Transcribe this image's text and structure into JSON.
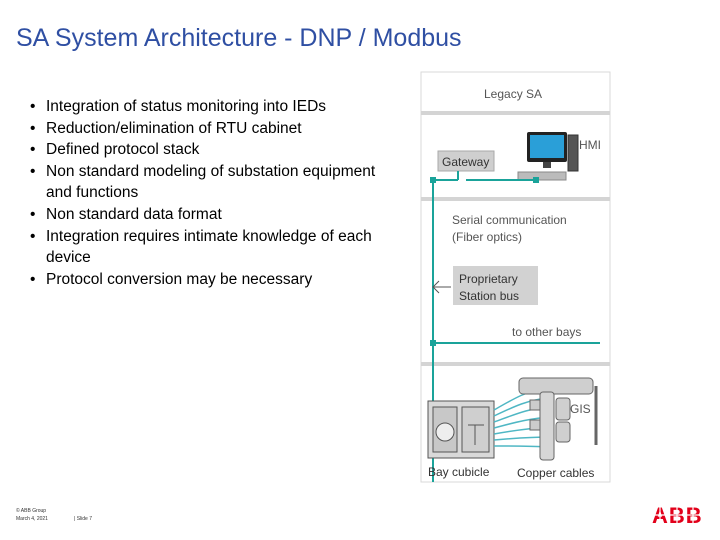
{
  "title": "SA System Architecture - DNP / Modbus",
  "bullets": [
    "Integration of status monitoring into IEDs",
    "Reduction/elimination of RTU cabinet",
    "Defined protocol stack",
    "Non standard modeling of substation equipment and functions",
    "Non standard data format",
    "Integration requires intimate knowledge of each device",
    "Protocol conversion may be necessary"
  ],
  "diagram": {
    "header": "Legacy SA",
    "gateway": "Gateway",
    "hmi": "HMI",
    "serial_line1": "Serial communication",
    "serial_line2": "(Fiber optics)",
    "proprietary_line1": "Proprietary",
    "proprietary_line2": "Station bus",
    "to_other_bays": "to other bays",
    "gis": "GIS",
    "bay_cubicle": "Bay cubicle",
    "copper_cables": "Copper cables"
  },
  "footer": {
    "copyright": "© ABB Group",
    "date": "March 4, 2021",
    "slide": "| Slide 7"
  },
  "logo": "ABB",
  "colors": {
    "title": "#2f4fa3",
    "bus": "#1aa39a",
    "logo": "#e2001a"
  }
}
